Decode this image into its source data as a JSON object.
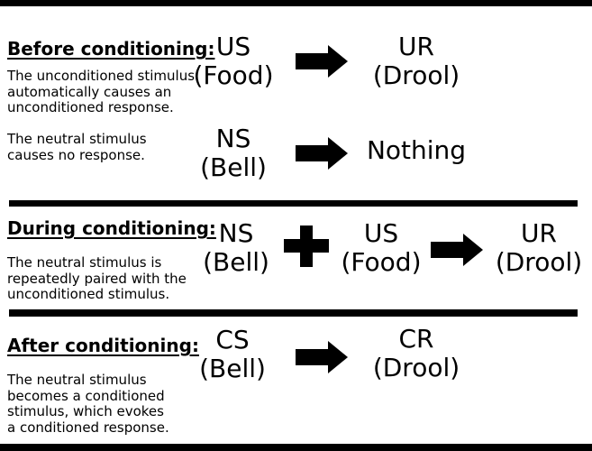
{
  "page": {
    "title": "Classical conditioning diagram",
    "colors": {
      "ink": "#000000",
      "background": "#ffffff"
    }
  },
  "icons": {
    "arrow": "right-arrow",
    "plus": "plus-sign"
  },
  "sections": {
    "before": {
      "title": "Before conditioning:",
      "paragraphs": [
        "The unconditioned stimulus\nautomatically causes an\nunconditioned response.",
        "The neutral stimulus\ncauses no response."
      ],
      "rows": [
        {
          "stimulus_abbr": "US",
          "stimulus_label": "(Food)",
          "result_abbr": "UR",
          "result_label": "(Drool)"
        },
        {
          "stimulus_abbr": "NS",
          "stimulus_label": "(Bell)",
          "result_text": "Nothing"
        }
      ]
    },
    "during": {
      "title": "During conditioning:",
      "paragraphs": [
        "The neutral stimulus is\nrepeatedly paired with the\nunconditioned stimulus."
      ],
      "pair": {
        "left_abbr": "NS",
        "left_label": "(Bell)",
        "plus": "+",
        "mid_abbr": "US",
        "mid_label": "(Food)",
        "result_abbr": "UR",
        "result_label": "(Drool)"
      }
    },
    "after": {
      "title": "After conditioning:",
      "paragraphs": [
        "The neutral stimulus\nbecomes a conditioned\nstimulus, which evokes\na conditioned response."
      ],
      "rows": [
        {
          "stimulus_abbr": "CS",
          "stimulus_label": "(Bell)",
          "result_abbr": "CR",
          "result_label": "(Drool)"
        }
      ]
    }
  }
}
